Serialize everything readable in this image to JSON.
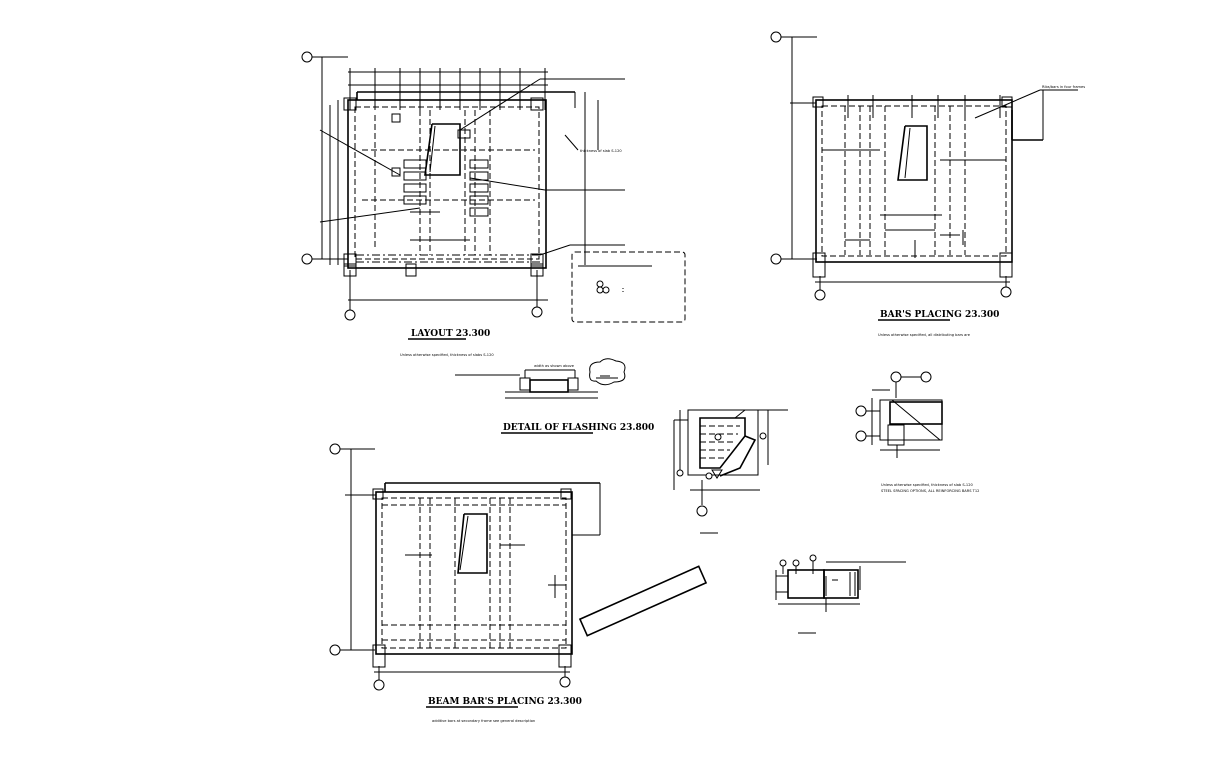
{
  "drawings": {
    "layout": {
      "title": "LAYOUT 23.300",
      "note": "Unless otherwise specified, thickness of slabs S-120"
    },
    "bars_placing": {
      "title": "BAR'S PLACING 23.300",
      "note": "Unless otherwise specified, all distributing bars are",
      "callout": "Ribs/bars in four frames"
    },
    "flashing": {
      "title": "DETAIL OF FLASHING 23.800",
      "callout": "width as shown above"
    },
    "beam_bars": {
      "title": "BEAM BAR'S PLACING 23.300",
      "note": "additive bars at secondary frame see general description"
    },
    "section": {
      "note_line1": "Unless otherwise specified, thickness of slab S-120",
      "note_line2": "STEEL SPACING OPTIONS, ALL REINFORCING BARS T12"
    },
    "slab_callout": "thickness of slab S-120"
  }
}
